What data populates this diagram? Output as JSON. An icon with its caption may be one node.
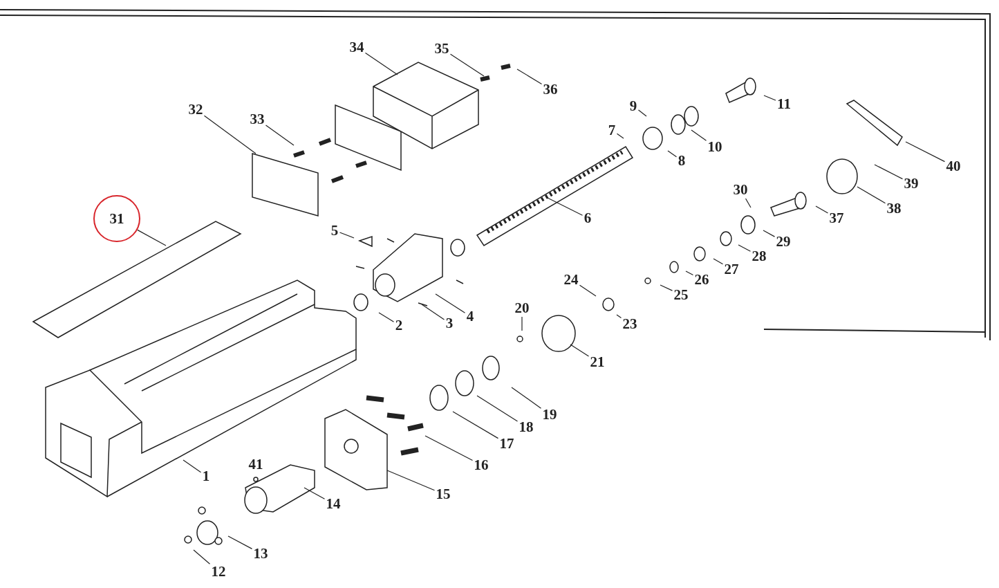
{
  "diagram": {
    "nodes": [
      {
        "text": [
          "1"
        ]
      },
      {
        "text": [
          "2"
        ]
      },
      {
        "text": [
          "3"
        ]
      },
      {
        "text": [
          "4"
        ]
      },
      {
        "text": [
          "5"
        ]
      },
      {
        "text": [
          "6"
        ]
      },
      {
        "text": [
          "7"
        ]
      },
      {
        "text": [
          "8"
        ]
      },
      {
        "text": [
          "9"
        ]
      },
      {
        "text": [
          "10"
        ]
      },
      {
        "text": [
          "11"
        ]
      },
      {
        "text": [
          "12"
        ]
      },
      {
        "text": [
          "13"
        ]
      },
      {
        "text": [
          "14"
        ]
      },
      {
        "text": [
          "15"
        ]
      },
      {
        "text": [
          "16"
        ]
      },
      {
        "text": [
          "17"
        ]
      },
      {
        "text": [
          "18"
        ]
      },
      {
        "text": [
          "19"
        ]
      },
      {
        "text": [
          "20"
        ]
      },
      {
        "text": [
          "21"
        ]
      },
      {
        "text": [
          "23"
        ]
      },
      {
        "text": [
          "24"
        ]
      },
      {
        "text": [
          "25"
        ]
      },
      {
        "text": [
          "26"
        ]
      },
      {
        "text": [
          "27"
        ]
      },
      {
        "text": [
          "28"
        ]
      },
      {
        "text": [
          "29"
        ]
      },
      {
        "text": [
          "30"
        ]
      },
      {
        "text": [
          "31"
        ]
      },
      {
        "text": [
          "32"
        ]
      },
      {
        "text": [
          "33"
        ]
      },
      {
        "text": [
          "34"
        ]
      },
      {
        "text": [
          "35"
        ]
      },
      {
        "text": [
          "36"
        ]
      },
      {
        "text": [
          "37"
        ]
      },
      {
        "text": [
          "38"
        ]
      },
      {
        "text": [
          "39"
        ]
      },
      {
        "text": [
          "40"
        ]
      },
      {
        "text": [
          "41"
        ]
      }
    ],
    "edges": [
      {
        "from": 0,
        "to": null,
        "arrow": "none"
      },
      {
        "from": 1,
        "to": null,
        "arrow": "none"
      },
      {
        "from": 2,
        "to": null,
        "arrow": "none"
      },
      {
        "from": 3,
        "to": null,
        "arrow": "none"
      },
      {
        "from": 4,
        "to": null,
        "arrow": "none"
      },
      {
        "from": 5,
        "to": null,
        "arrow": "none"
      },
      {
        "from": 6,
        "to": null,
        "arrow": "none"
      },
      {
        "from": 7,
        "to": null,
        "arrow": "none"
      },
      {
        "from": 8,
        "to": null,
        "arrow": "none"
      },
      {
        "from": 9,
        "to": null,
        "arrow": "none"
      },
      {
        "from": 10,
        "to": null,
        "arrow": "none"
      },
      {
        "from": 11,
        "to": null,
        "arrow": "none"
      },
      {
        "from": 12,
        "to": null,
        "arrow": "none"
      },
      {
        "from": 13,
        "to": null,
        "arrow": "none"
      },
      {
        "from": 14,
        "to": null,
        "arrow": "none"
      },
      {
        "from": 15,
        "to": null,
        "arrow": "none"
      },
      {
        "from": 16,
        "to": null,
        "arrow": "none"
      },
      {
        "from": 17,
        "to": null,
        "arrow": "none"
      },
      {
        "from": 18,
        "to": null,
        "arrow": "none"
      },
      {
        "from": 19,
        "to": null,
        "arrow": "none"
      },
      {
        "from": 20,
        "to": null,
        "arrow": "none"
      },
      {
        "from": 21,
        "to": null,
        "arrow": "none"
      },
      {
        "from": 22,
        "to": null,
        "arrow": "none"
      },
      {
        "from": 23,
        "to": null,
        "arrow": "none"
      },
      {
        "from": 24,
        "to": null,
        "arrow": "none"
      },
      {
        "from": 25,
        "to": null,
        "arrow": "none"
      },
      {
        "from": 26,
        "to": null,
        "arrow": "none"
      },
      {
        "from": 27,
        "to": null,
        "arrow": "none"
      },
      {
        "from": 28,
        "to": null,
        "arrow": "none"
      },
      {
        "from": 29,
        "to": null,
        "arrow": "none"
      },
      {
        "from": 30,
        "to": null,
        "arrow": "none"
      },
      {
        "from": 31,
        "to": null,
        "arrow": "none"
      },
      {
        "from": 32,
        "to": null,
        "arrow": "none"
      },
      {
        "from": 33,
        "to": null,
        "arrow": "none"
      },
      {
        "from": 34,
        "to": null,
        "arrow": "none"
      },
      {
        "from": 35,
        "to": null,
        "arrow": "none"
      },
      {
        "from": 36,
        "to": null,
        "arrow": "none"
      },
      {
        "from": 37,
        "to": null,
        "arrow": "none"
      },
      {
        "from": 38,
        "to": null,
        "arrow": "none"
      }
    ]
  }
}
